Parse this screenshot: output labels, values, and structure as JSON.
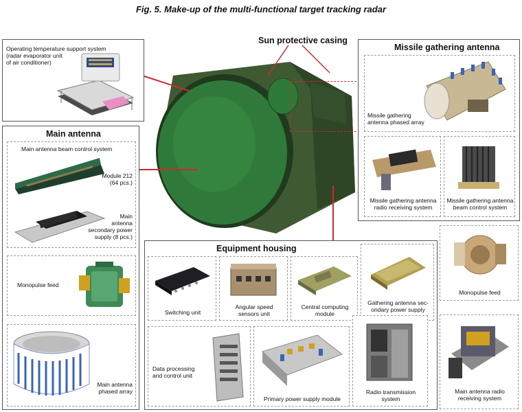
{
  "title": "Fig. 5. Make-up of the multi-functional target tracking radar",
  "casing": {
    "label": "Sun protective casing"
  },
  "temp_system": {
    "label_lines": [
      "Operating temperature support system",
      "(radar evaporator unit",
      "of air conditioner)"
    ]
  },
  "main_antenna": {
    "header": "Main antenna",
    "beam_control": "Main antenna beam control system",
    "module_lines": [
      "Module 212",
      "(64 pcs.)"
    ],
    "power_lines": [
      "Main",
      "antenna",
      "secondary power",
      "supply (8 pcs.)"
    ],
    "monopulse": "Monopulse feed",
    "phased_lines": [
      "Main antenna",
      "phased array"
    ]
  },
  "missile": {
    "header": "Missile gathering antenna",
    "phased_lines": [
      "Missile gathering",
      "antenna phased array"
    ],
    "radio_lines": [
      "Missile gathering antenna",
      "radio receiving system"
    ],
    "beam_lines": [
      "Missile gathering antenna",
      "beam control system"
    ],
    "monopulse": "Monopulse feed"
  },
  "equipment": {
    "header": "Equipment housing",
    "switching": "Switching unit",
    "angular_lines": [
      "Angular speed",
      "sensors unit"
    ],
    "central_lines": [
      "Central computing",
      "module"
    ],
    "gathering_power_lines": [
      "Gathering antenna sec-",
      "ondary power supply"
    ],
    "data_lines": [
      "Data processing",
      "and control unit"
    ],
    "primary_power": "Primary power supply module",
    "radio_tx_lines": [
      "Radio transmission",
      "system"
    ],
    "main_radio_lines": [
      "Main antenna radio",
      "receiving system"
    ]
  }
}
